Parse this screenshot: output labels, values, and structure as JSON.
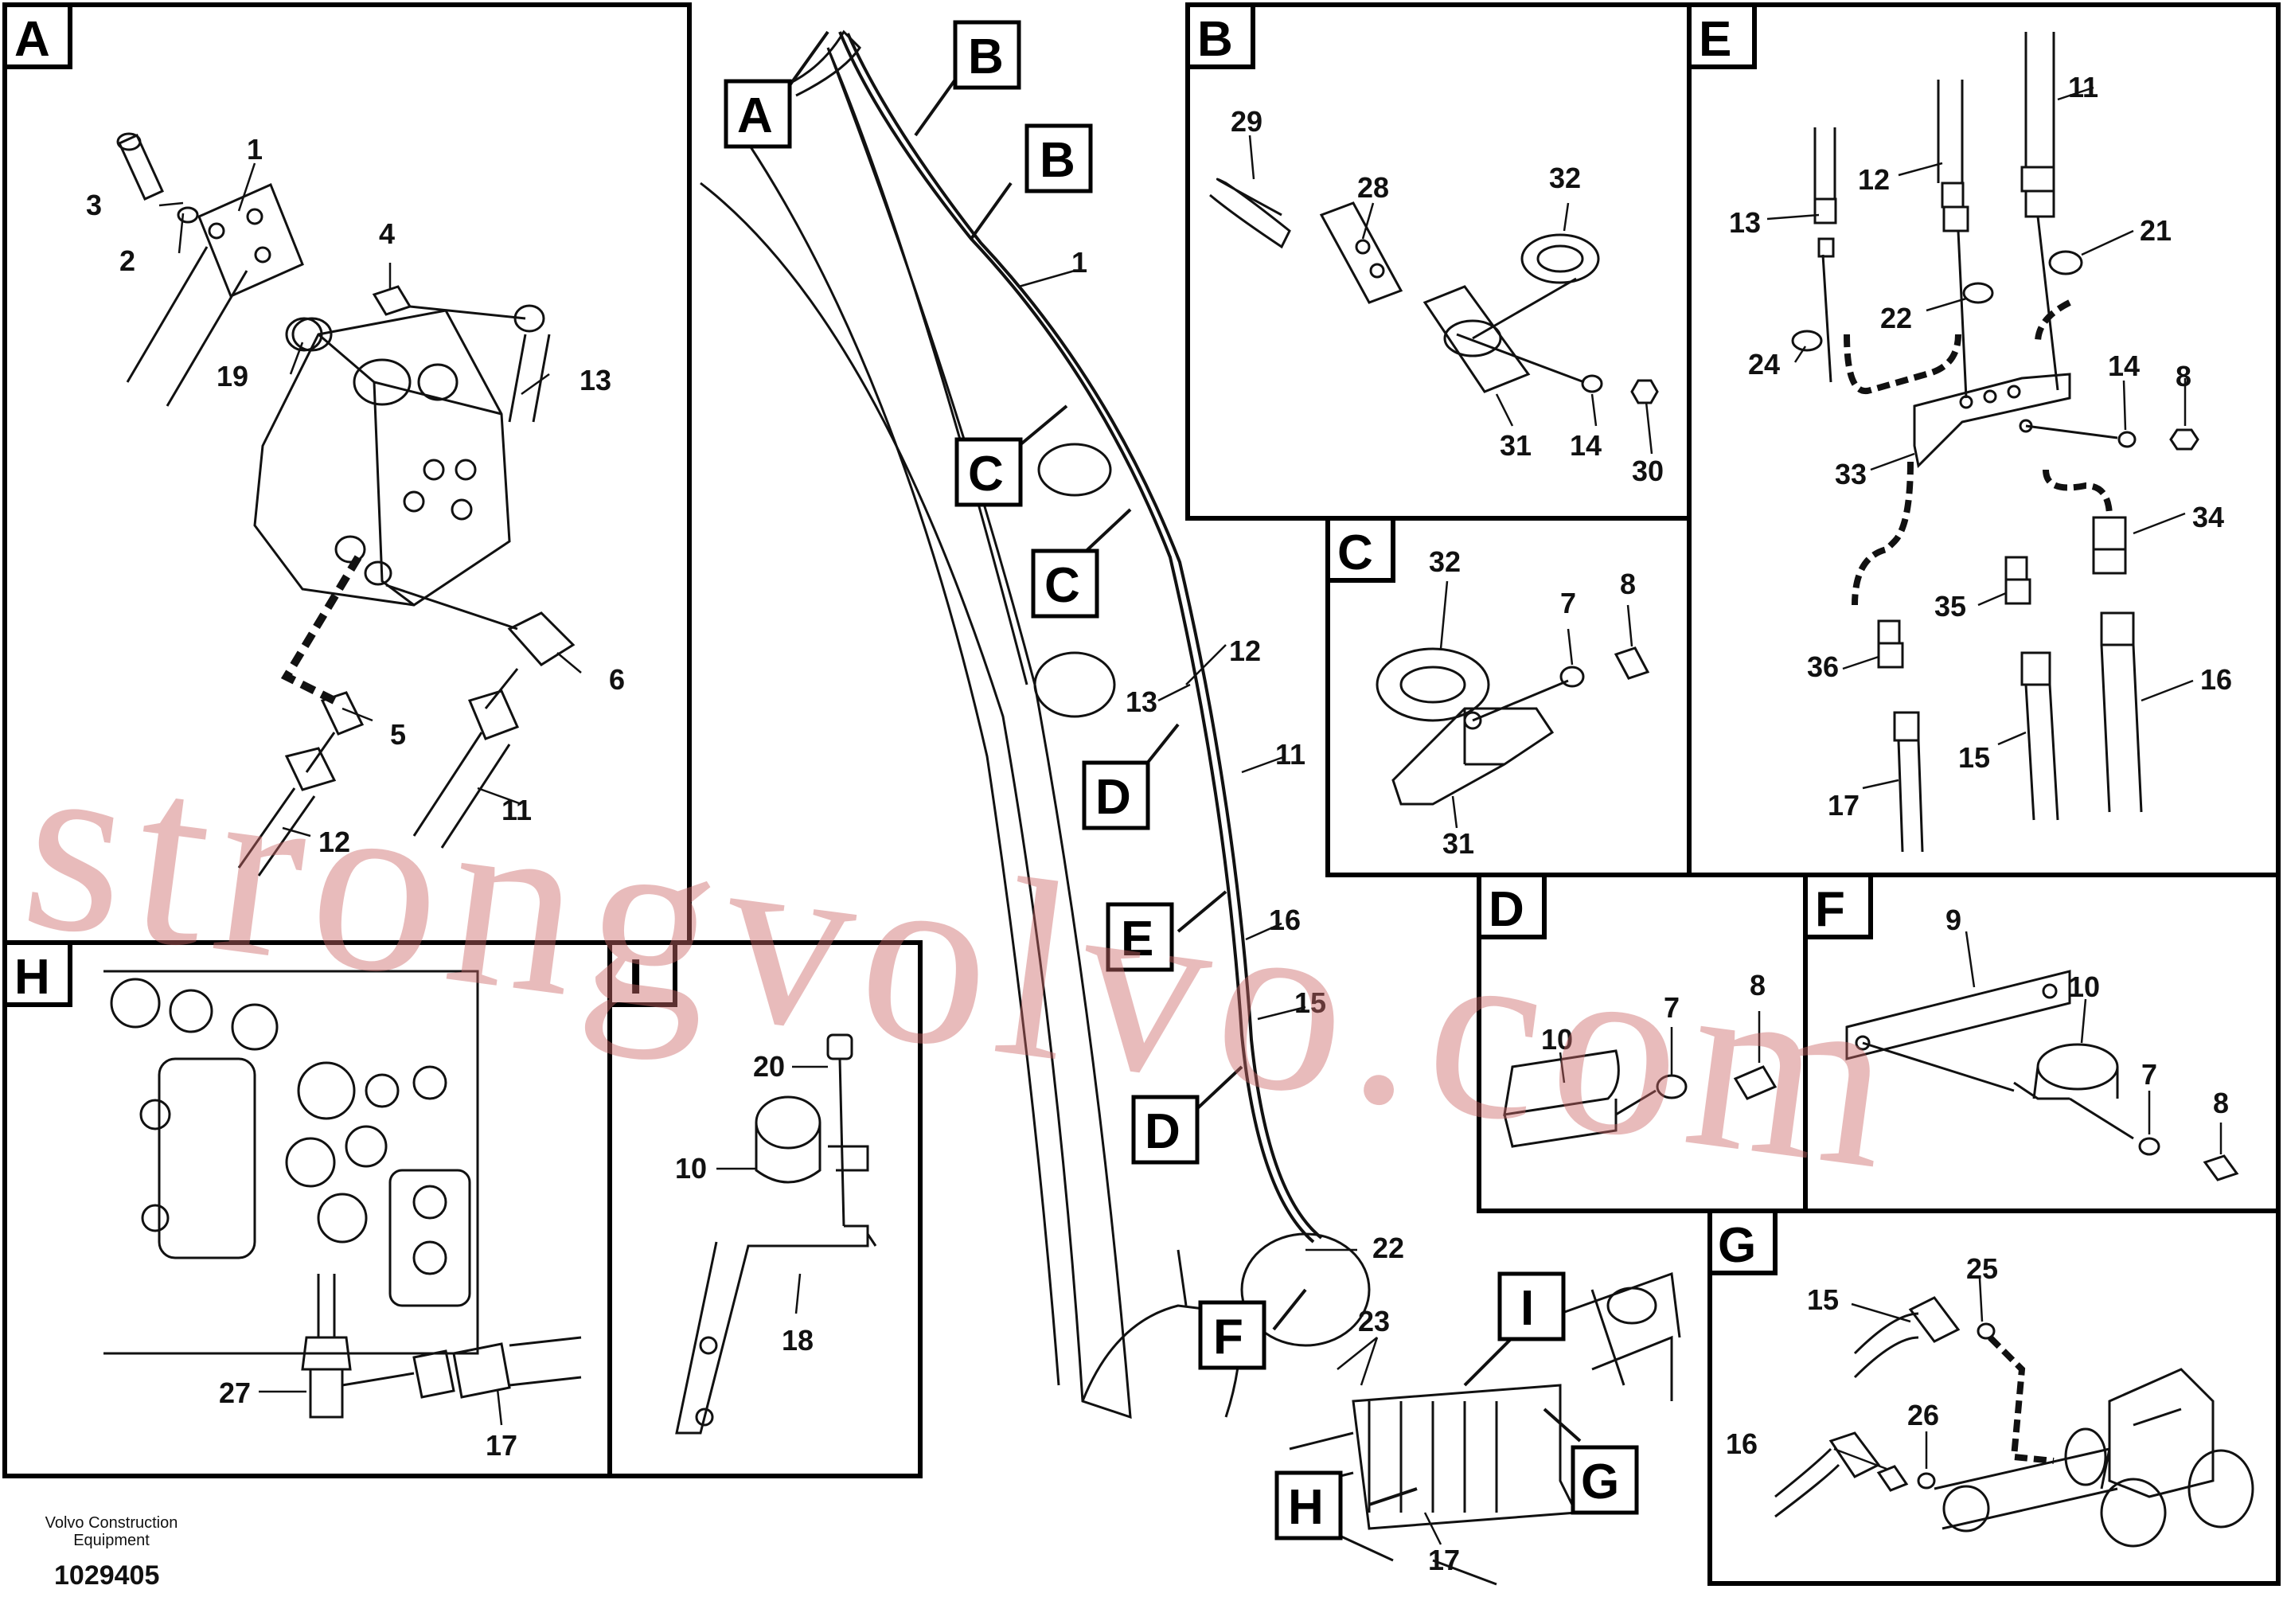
{
  "diagram": {
    "doc_number": "1029405",
    "brand_line1": "Volvo Construction",
    "brand_line2": "Equipment",
    "watermark": "strongvolvo.com",
    "panels": {
      "A": {
        "tag": "A",
        "labels": {
          "l1": "1",
          "l2": "2",
          "l3": "3",
          "l4": "4",
          "l5": "5",
          "l6": "6",
          "l11": "11",
          "l12": "12",
          "l13": "13",
          "l19": "19"
        }
      },
      "B": {
        "tag": "B",
        "labels": {
          "l28": "28",
          "l29": "29",
          "l30": "30",
          "l31": "31",
          "l32": "32",
          "l14": "14"
        }
      },
      "C": {
        "tag": "C",
        "labels": {
          "l7": "7",
          "l8": "8",
          "l31": "31",
          "l32": "32"
        }
      },
      "D": {
        "tag": "D",
        "labels": {
          "l7": "7",
          "l8": "8",
          "l10": "10"
        }
      },
      "E": {
        "tag": "E",
        "labels": {
          "l8": "8",
          "l11": "11",
          "l12": "12",
          "l13": "13",
          "l14": "14",
          "l15": "15",
          "l16": "16",
          "l17": "17",
          "l21": "21",
          "l22": "22",
          "l24": "24",
          "l33": "33",
          "l34": "34",
          "l35": "35",
          "l36": "36"
        }
      },
      "F": {
        "tag": "F",
        "labels": {
          "l7": "7",
          "l8": "8",
          "l9": "9",
          "l10": "10"
        }
      },
      "G": {
        "tag": "G",
        "labels": {
          "l15": "15",
          "l16": "16",
          "l25": "25",
          "l26": "26"
        }
      },
      "H": {
        "tag": "H",
        "labels": {
          "l17": "17",
          "l27": "27"
        }
      },
      "I": {
        "tag": "I",
        "labels": {
          "l10": "10",
          "l18": "18",
          "l20": "20"
        }
      }
    },
    "main_view": {
      "callouts": {
        "A": "A",
        "B1": "B",
        "B2": "B",
        "C1": "C",
        "C2": "C",
        "D1": "D",
        "D2": "D",
        "E": "E",
        "F": "F",
        "G": "G",
        "H": "H",
        "I": "I"
      },
      "labels": {
        "l1": "1",
        "l11": "11",
        "l12": "12",
        "l13": "13",
        "l15": "15",
        "l16": "16",
        "l17": "17",
        "l22": "22",
        "l23": "23"
      }
    }
  }
}
